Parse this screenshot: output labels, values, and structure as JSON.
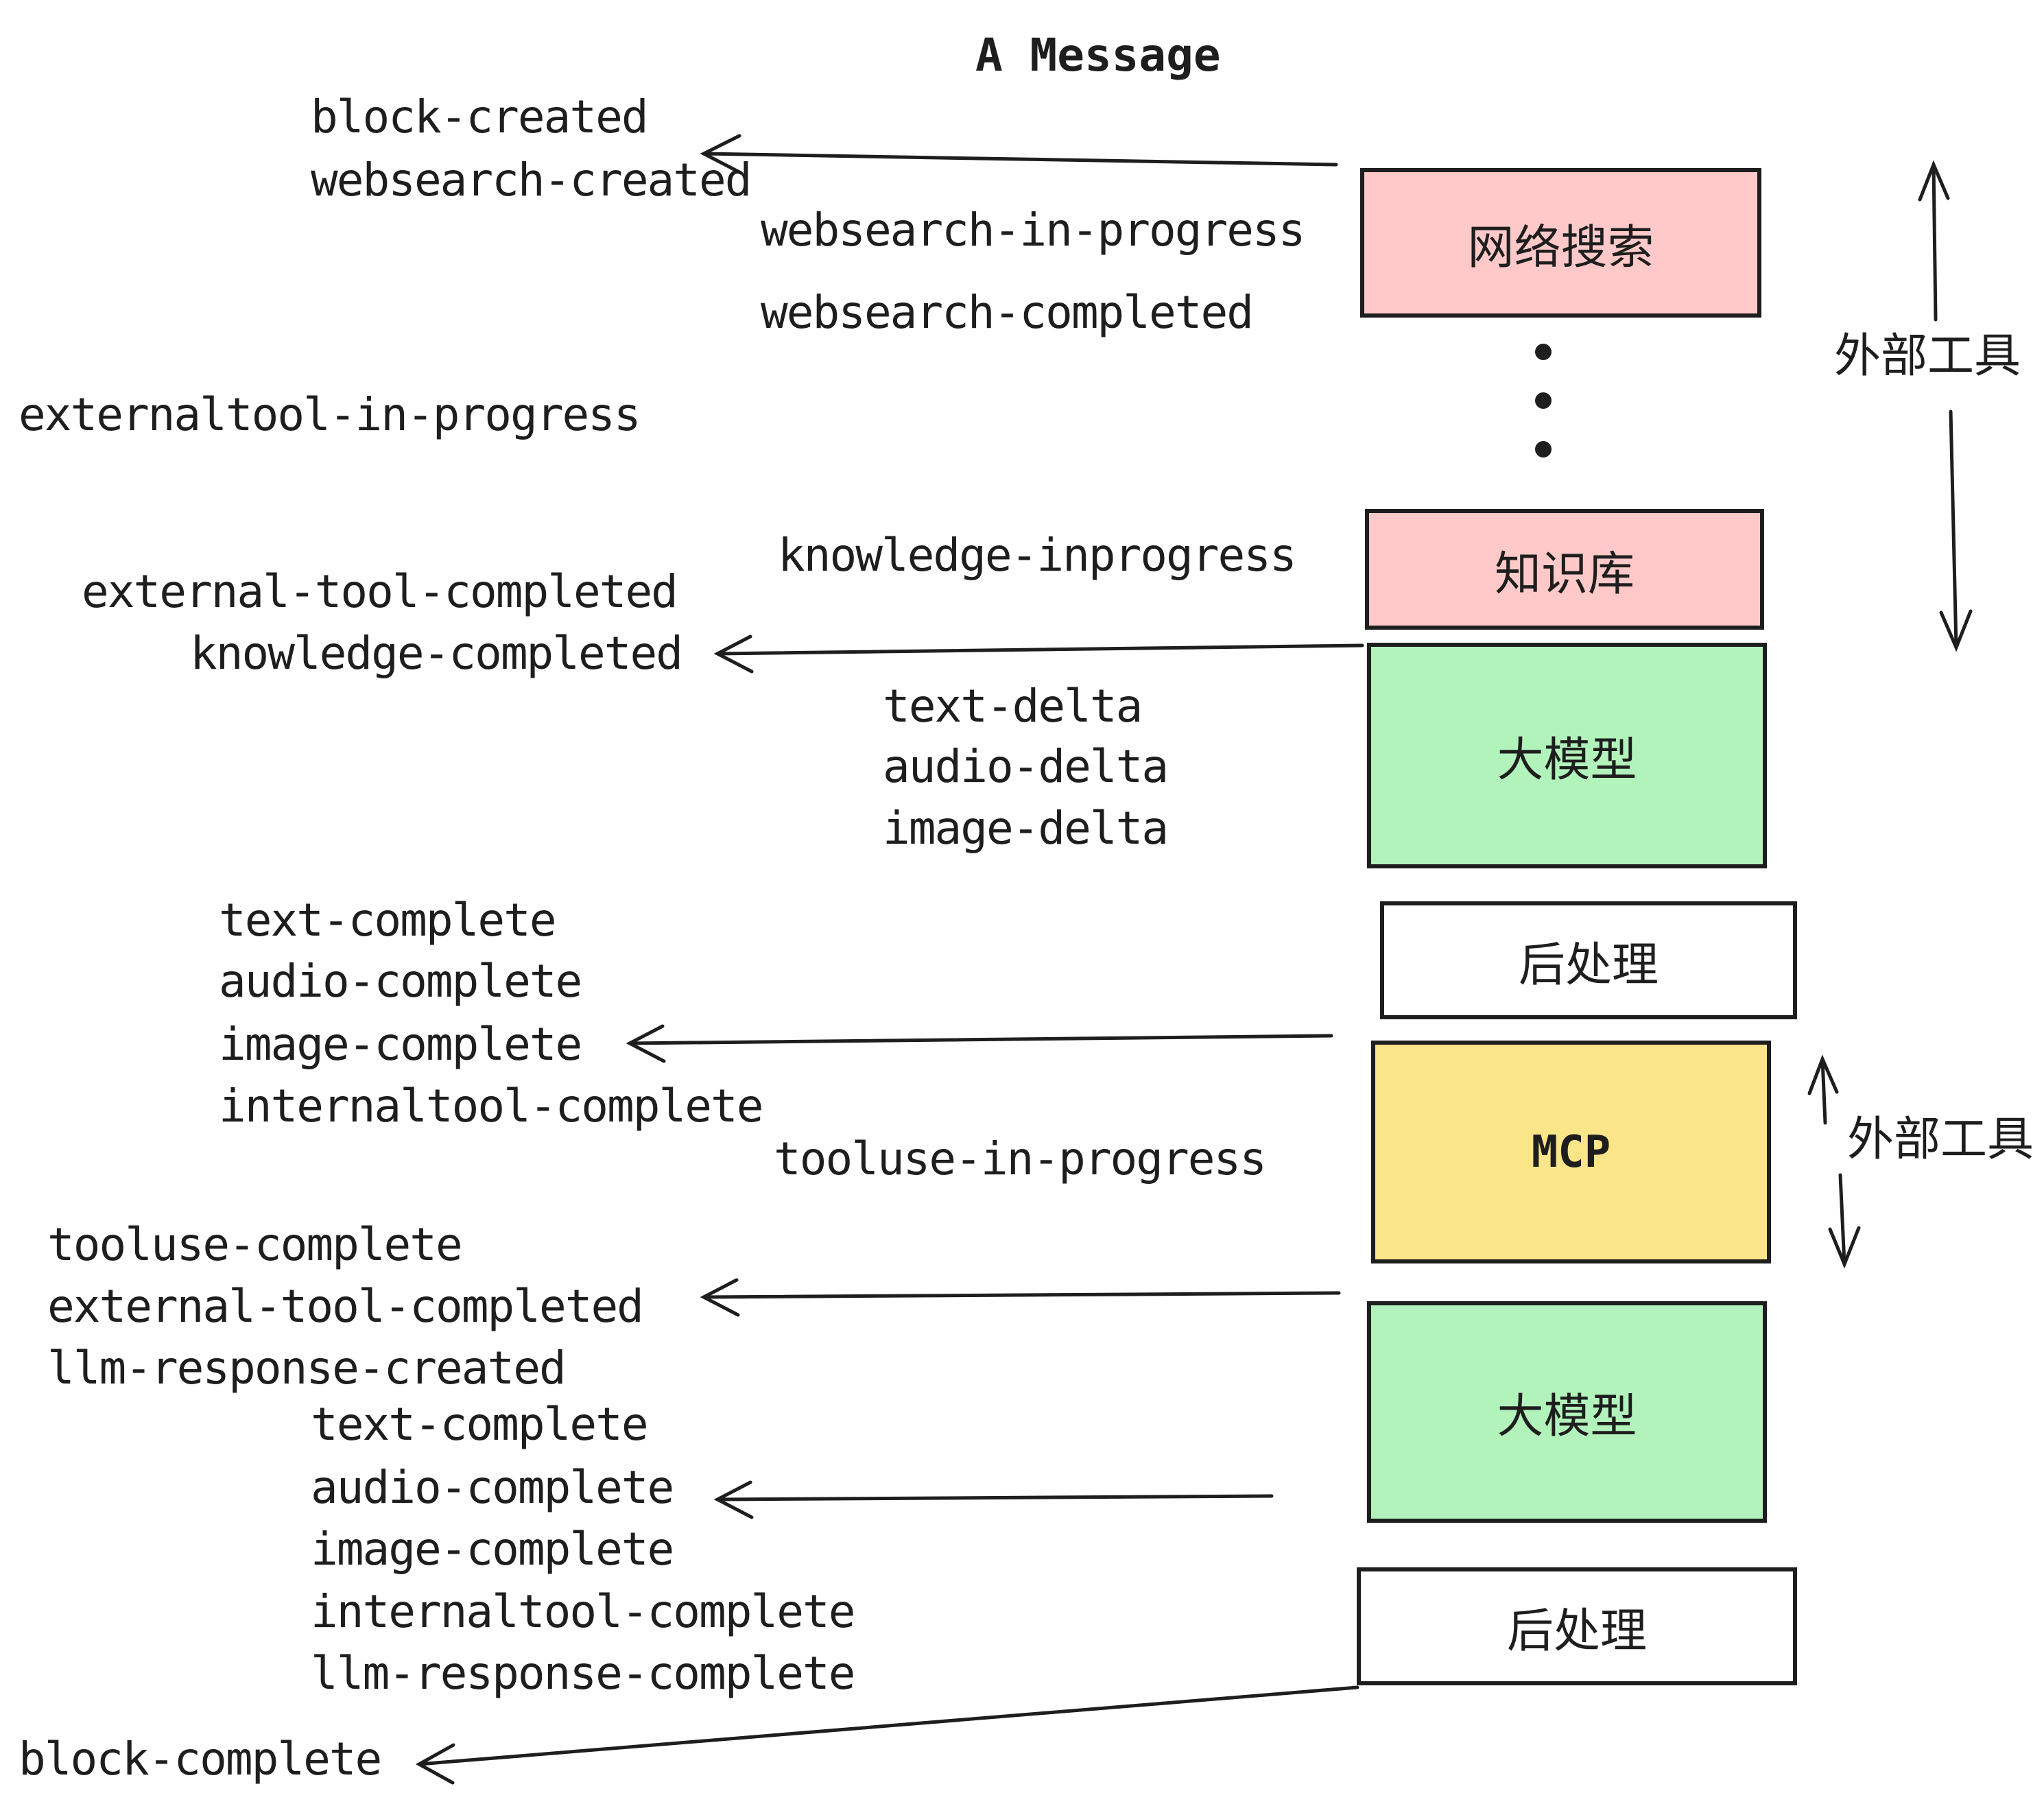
{
  "title": "A Message",
  "events": [
    "block-created",
    "websearch-created",
    "websearch-in-progress",
    "websearch-completed",
    "externaltool-in-progress",
    "knowledge-inprogress",
    "external-tool-completed",
    "knowledge-completed",
    "text-delta",
    "audio-delta",
    "image-delta",
    "text-complete",
    "audio-complete",
    "image-complete",
    "internaltool-complete",
    "tooluse-in-progress",
    "tooluse-complete",
    "external-tool-completed",
    "llm-response-created",
    "text-complete",
    "audio-complete",
    "image-complete",
    "internaltool-complete",
    "llm-response-complete",
    "block-complete"
  ],
  "boxes": [
    "网络搜索",
    "知识库",
    "大模型",
    "后处理",
    "MCP",
    "大模型",
    "后处理"
  ],
  "side_labels": [
    "外部工具",
    "外部工具"
  ],
  "colors": {
    "pink": "#ffc9c9",
    "green": "#b2f2bb",
    "yellow": "#fae588",
    "white": "#ffffff",
    "stroke": "#1e1e1e",
    "background": "#ffffff"
  }
}
